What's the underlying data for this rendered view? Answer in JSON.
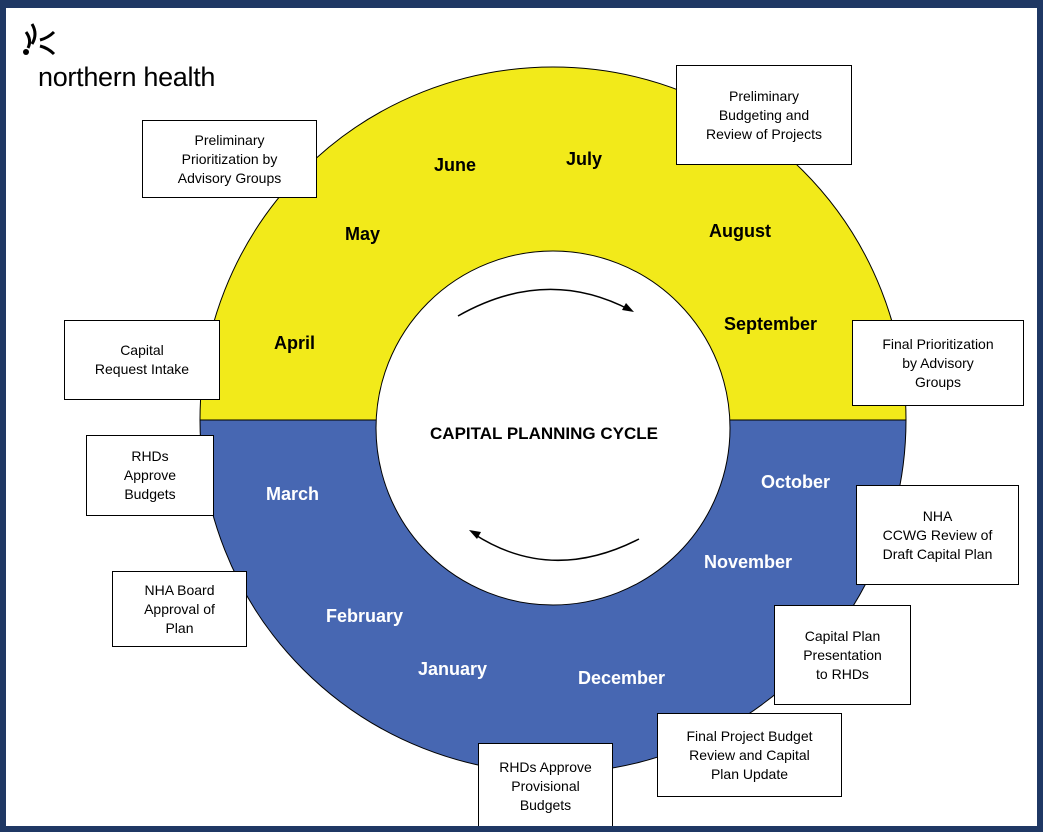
{
  "logo": {
    "text": "northern health"
  },
  "center_title": "CAPITAL PLANNING CYCLE",
  "colors": {
    "top_half": "#f2ea1a",
    "bottom_half": "#4767b2",
    "frame": "#1f3864"
  },
  "months": {
    "june": "June",
    "july": "July",
    "may": "May",
    "august": "August",
    "april": "April",
    "september": "September",
    "march": "March",
    "october": "October",
    "november": "November",
    "february": "February",
    "january": "January",
    "december": "December"
  },
  "boxes": {
    "preliminary_budgeting": "Preliminary\nBudgeting and\nReview of Projects",
    "preliminary_prioritization": "Preliminary\nPrioritization by\nAdvisory Groups",
    "capital_request_intake": "Capital\nRequest Intake",
    "final_prioritization": "Final Prioritization\nby Advisory\nGroups",
    "rhds_approve_budgets": "RHDs\nApprove\nBudgets",
    "nha_ccwg_review": "NHA\nCCWG Review of\nDraft Capital Plan",
    "nha_board_approval": "NHA Board\nApproval of\nPlan",
    "capital_plan_presentation": "Capital Plan\nPresentation\nto RHDs",
    "final_project_budget": "Final Project Budget\nReview and Capital\nPlan Update",
    "rhds_approve_provisional": "RHDs Approve\nProvisional\nBudgets"
  }
}
